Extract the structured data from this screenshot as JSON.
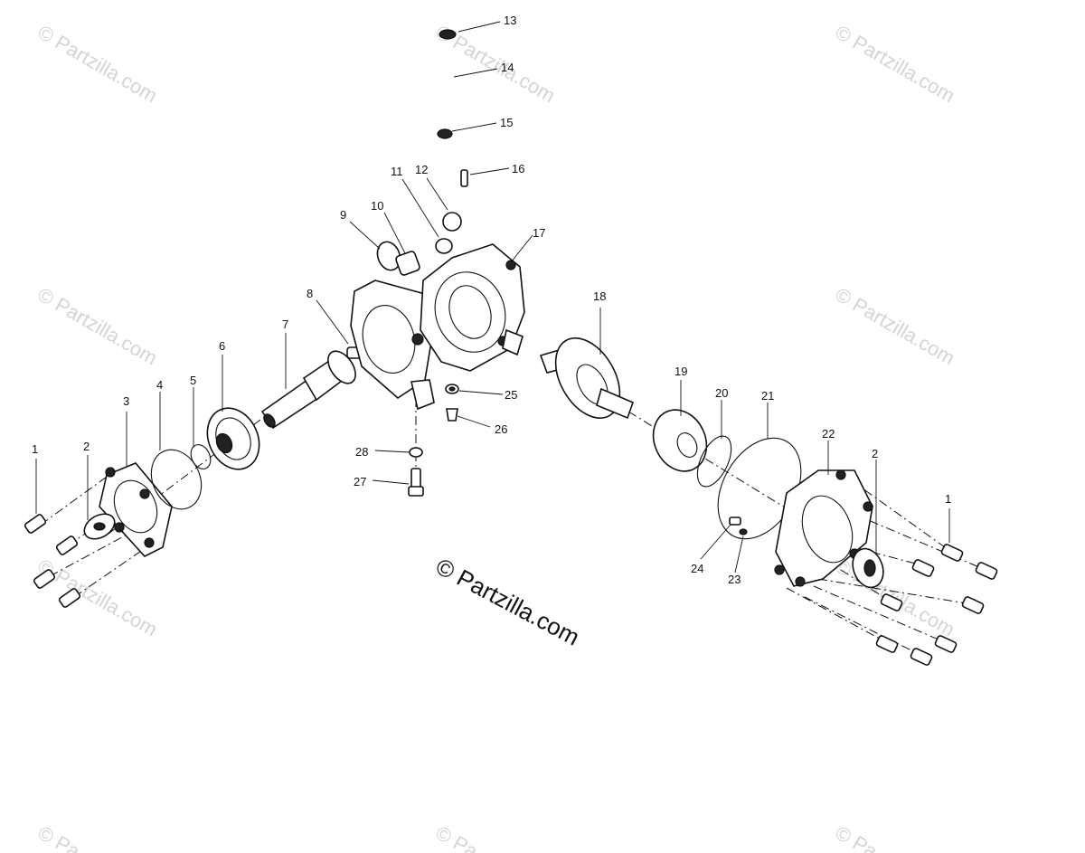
{
  "watermark": {
    "main_text": "© Partzilla.com",
    "faint_text": "© Partzilla.com",
    "faint_cut_text": "© Pa"
  },
  "callouts": [
    "1",
    "2",
    "3",
    "4",
    "5",
    "6",
    "7",
    "8",
    "9",
    "10",
    "11",
    "12",
    "13",
    "14",
    "15",
    "16",
    "17",
    "18",
    "19",
    "20",
    "21",
    "22",
    "2",
    "1",
    "24",
    "23",
    "25",
    "26",
    "27",
    "28"
  ],
  "colors": {
    "ink": "#111111",
    "watermark": "#d4d4d4",
    "background": "#ffffff"
  }
}
